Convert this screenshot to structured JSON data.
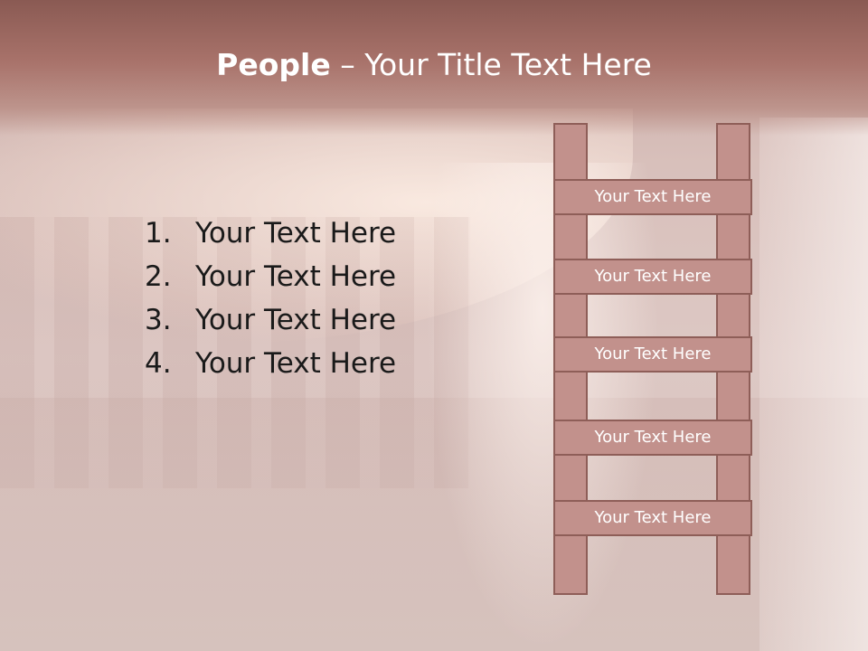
{
  "title": {
    "bold": "People",
    "rest": " – Your Title Text Here"
  },
  "list": [
    {
      "num": "1.",
      "text": "Your Text Here"
    },
    {
      "num": "2.",
      "text": "Your Text Here"
    },
    {
      "num": "3.",
      "text": "Your Text Here"
    },
    {
      "num": "4.",
      "text": "Your Text Here"
    }
  ],
  "ladder": {
    "rungs": [
      "Your Text Here",
      "Your Text Here",
      "Your Text Here",
      "Your Text Here",
      "Your Text Here"
    ]
  },
  "colors": {
    "title_bar": "#a8726a",
    "ladder_fill": "#c2918c",
    "ladder_border": "#8e5e58"
  }
}
